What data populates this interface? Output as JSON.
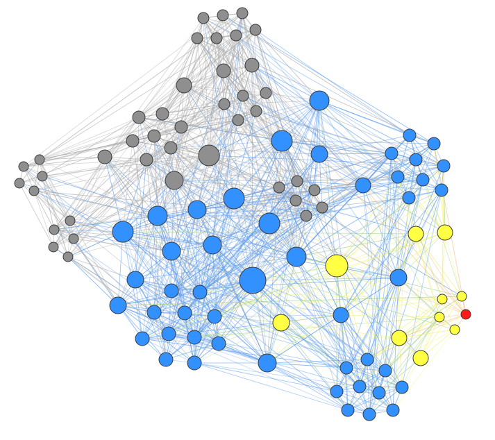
{
  "colors": {
    "blue": "#3391ff",
    "gray": "#8f8f8f",
    "yellow": "#ffff44",
    "red": "#ff1a1a",
    "edge_blue": "#5b9bee",
    "edge_gray": "#a8a8a8",
    "edge_yellow": "#f1f16a",
    "edge_orange": "#f6b26b",
    "edge_green": "#9ccf8a",
    "node_stroke": "#3a3a3a"
  },
  "node_groups": [
    "blue",
    "gray",
    "yellow",
    "red"
  ]
}
